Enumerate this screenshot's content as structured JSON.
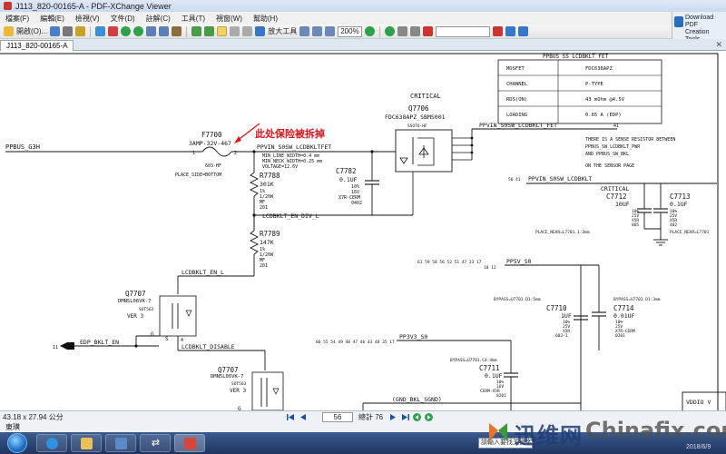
{
  "window": {
    "title": "J113_820-00165-A - PDF-XChange Viewer"
  },
  "menu": [
    "檔案(F)",
    "編輯(E)",
    "檢視(V)",
    "文件(D)",
    "註解(C)",
    "工具(T)",
    "視窗(W)",
    "幫助(H)"
  ],
  "toolbar": {
    "open_label": "開啟(O)...",
    "zoom_tool_label": "放大工具",
    "zoom_level": "200%"
  },
  "download_box": {
    "line1": "Download PDF",
    "line2": "Creation Tools"
  },
  "tabs": [
    {
      "label": "J113_820-00165-A"
    }
  ],
  "schematic": {
    "table_title": "PPBUS SS LCDBKLT FET",
    "table_rows": [
      [
        "MOSFET",
        "FDC638APZ"
      ],
      [
        "CHANNEL",
        "P-TYPE"
      ],
      [
        "RDS(ON)",
        "43 mOhm @4.5V"
      ],
      [
        "LOADING",
        "0.65 A (EDP)"
      ]
    ],
    "net_ppbus_g3h": "PPBUS_G3H",
    "fuse_ref": "F7700",
    "fuse_value": "3AMP-32V-467",
    "fuse_pkg": "603-HF",
    "fuse_place": "PLACE_SIDE=BOTTOM",
    "annotation_cn": "此处保险被拆掉",
    "net_fuse_out": "PPVIN_S0SW_LCDBKLTFET",
    "net_notes": [
      "MIN_LINE_WIDTH=0.4 mm",
      "MIN_NECK_WIDTH=0.25 mm",
      "VOLTAGE=12.6V"
    ],
    "critical_label": "CRITICAL",
    "q7706_ref": "Q7706",
    "q7706_part": "FDC638APZ_SBMS001",
    "q7706_pkg": "SSOT6-HF",
    "net_fet_out": "PPVIN_S0SW_LCDBKLT_FET",
    "fet_out_pin": "41",
    "sense_note": [
      "THERE IS A SENSE RESISTOR BETWEEN",
      "PPBUS_SW_LCDBKLT_PWR",
      "AND PPBUS_SW_BKL",
      "ON THE SENSOR PAGE"
    ],
    "r7788_ref": "R7788",
    "r7788_vals": [
      "301K",
      "1%",
      "1/20W",
      "MF",
      "201"
    ],
    "c7782_ref": "C7782",
    "c7782_vals": [
      "0.1UF",
      "10%",
      "16V",
      "X7R-CERM",
      "0402"
    ],
    "net_div": "LCDBKLT_EN_DIV_L",
    "pins_5641": "56 41",
    "net_lcdbklt": "PPVIN_S0SW_LCDBKLT",
    "c7712_critical": "CRITICAL",
    "c7712_ref": "C7712",
    "c7712_vals": [
      "10UF",
      "10%",
      "25V",
      "X5R",
      "805"
    ],
    "c7713_ref": "C7713",
    "c7713_vals": [
      "0.1UF",
      "10%",
      "25V",
      "X5R",
      "402"
    ],
    "place_near_1": "PLACE_NEAR=L7701.1:3mm",
    "place_near_2": "PLACE_NEAR=L7701",
    "r7789_ref": "R7789",
    "r7789_vals": [
      "147K",
      "1%",
      "1/20W",
      "MF",
      "201"
    ],
    "net_en_l": "LCDBKLT_EN_L",
    "q7707a_ref": "Q7707",
    "q7707a_part": "DMN5L06VK-7",
    "q7707a_pkg": "SOT563",
    "q7707a_ver": "VER 3",
    "net_edp_en": "EDP_BKLT_EN",
    "edp_pin": "11",
    "net_disable": "LCDBKLT_DISABLE",
    "q7707b_ref": "Q7707",
    "q7707b_part": "DMN5L06VK-7",
    "q7707b_pkg": "SOT563",
    "q7707b_ver": "VER 3",
    "pins_row1": "61 59 58 56 52 51 47 33 17",
    "pins_row1b": "18 12",
    "net_pp5v": "PP5V_S0",
    "bypass_1": "BYPASS=U7701.D1:5mm",
    "bypass_2": "BYPASS=U7701.D1:3mm",
    "c7710_ref": "C7710",
    "c7710_vals": [
      "1UF",
      "10%",
      "25V",
      "X5R",
      "603-1"
    ],
    "c7714_ref": "C7714",
    "c7714_vals": [
      "0.01UF",
      "10%",
      "25V",
      "X7R-CERM",
      "0201"
    ],
    "pins_row2": "86 55 54 49 48 47 46 43 40 35 17",
    "net_pp3v3": "PP3V3_S0",
    "bypass_3": "BYPASS=U7701.C4:4mm",
    "c7711_ref": "C7711",
    "c7711_vals": [
      "0.1UF",
      "10%",
      "16V",
      "CERM-X5R",
      "0201"
    ],
    "net_gnd": "(GND_BKL_SGND)",
    "vddio_label": "VDDIO V"
  },
  "status": {
    "dimensions": "43.18 x 27.94 公分",
    "page_current": "56",
    "page_total": "總計 76"
  },
  "subbar": {
    "label": "東璜"
  },
  "taskbar": {
    "ime_text": "請輸入要找关键字"
  },
  "watermark": {
    "brand_cn": "迅维网",
    "brand_en": "Chinafix.com",
    "date": "2018/6/9"
  }
}
